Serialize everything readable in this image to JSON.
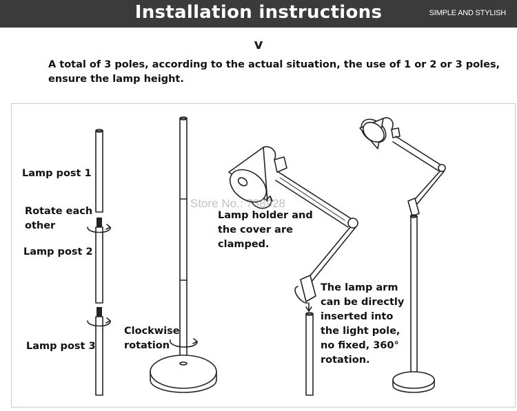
{
  "header": {
    "title": "Installation instructions",
    "tagline": "SIMPLE AND STYLISH"
  },
  "chevron": "v",
  "intro": {
    "line1": "A total of 3 poles, according to the actual situation, the use of 1 or 2 or 3 poles,",
    "line2": "ensure the lamp height."
  },
  "labels": {
    "lamp_post_1": "Lamp post 1",
    "rotate_1": "Rotate each",
    "rotate_2": "other",
    "lamp_post_2": "Lamp post 2",
    "lamp_post_3": "Lamp post 3",
    "clockwise_1": "Clockwise",
    "clockwise_2": "rotation",
    "holder_1": "Lamp holder and",
    "holder_2": "the cover are",
    "holder_3": "clamped.",
    "arm_1": "The lamp arm",
    "arm_2": "can be directly",
    "arm_3": "inserted into",
    "arm_4": "the light pole,",
    "arm_5": "no fixed, 360°",
    "arm_6": "rotation."
  },
  "watermark": "Store No.: 738928",
  "colors": {
    "header_bg": "#3b3b3b",
    "line": "#222222",
    "panel_border": "#c8c8c8"
  }
}
